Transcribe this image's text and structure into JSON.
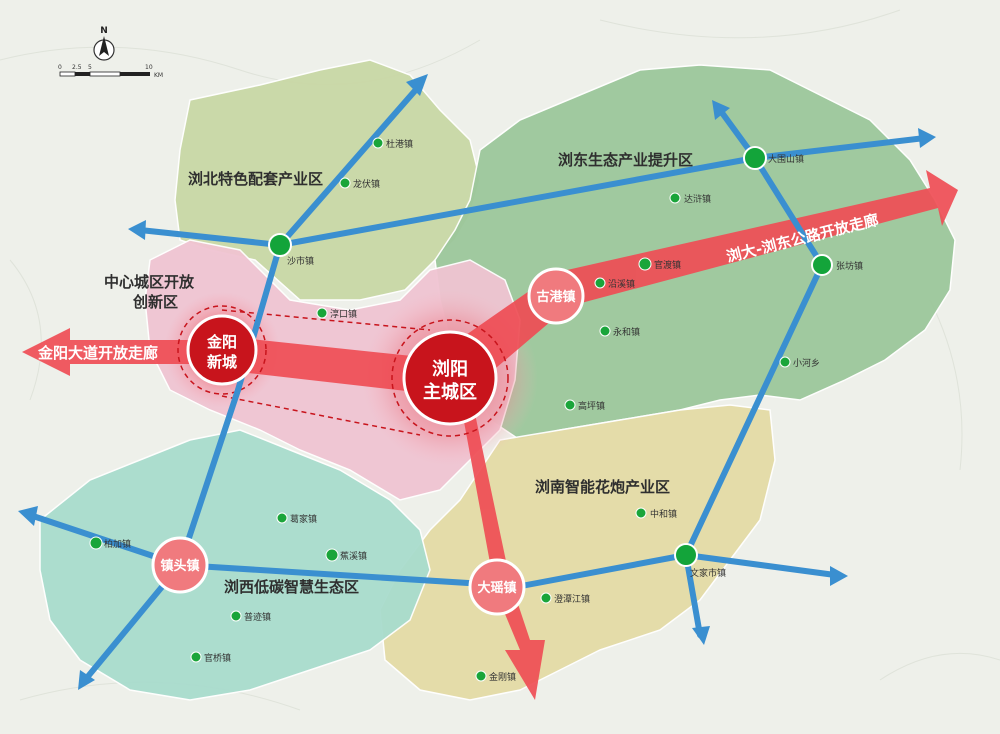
{
  "compass": {
    "letter": "N"
  },
  "scale_bar": {
    "ticks": [
      "0",
      "2.5",
      "5",
      "10",
      "KM"
    ]
  },
  "zones": {
    "north": "浏北特色配套产业区",
    "east": "浏东生态产业提升区",
    "center_line1": "中心城区开放",
    "center_line2": "创新区",
    "south": "浏南智能花炮产业区",
    "west": "浏西低碳智慧生态区"
  },
  "hubs": {
    "jinyang_line1": "金阳",
    "jinyang_line2": "新城",
    "liuyang_line1": "浏阳",
    "liuyang_line2": "主城区",
    "gugang": "古港镇",
    "zhentou": "镇头镇",
    "dayao": "大瑶镇"
  },
  "corridors": {
    "west": "金阳大道开放走廊",
    "east": "浏大-浏东公路开放走廊"
  },
  "towns": {
    "dugang": "杜港镇",
    "longfu": "龙伏镇",
    "shashi": "沙市镇",
    "chunkou": "淳口镇",
    "dawei": "大围山镇",
    "dahu": "达浒镇",
    "guandu": "官渡镇",
    "yanxi": "沿溪镇",
    "yonghe": "永和镇",
    "zhangfang": "张坊镇",
    "xiaohe": "小河乡",
    "gaoping": "高坪镇",
    "zhonghe": "中和镇",
    "wenjiashi": "文家市镇",
    "geijia": "葛家镇",
    "baijia": "柏加镇",
    "jiaoxi": "蕉溪镇",
    "pujiajiang": "澄潭江镇",
    "puji": "普迹镇",
    "guanqiao": "官桥镇",
    "jingang": "金刚镇"
  },
  "colors": {
    "corridor": "#ef4d55",
    "axis": "#3a8fd0",
    "hub_dark": "#c8141c",
    "hub_light": "#f07a7e",
    "town_dot": "#1aa53a",
    "node_dot": "#13a43a",
    "zone_north": "#c9d8a6",
    "zone_east": "#9cc79b",
    "zone_center": "#f0c4d2",
    "zone_south": "#e4dba6",
    "zone_west": "#a9dccd"
  }
}
